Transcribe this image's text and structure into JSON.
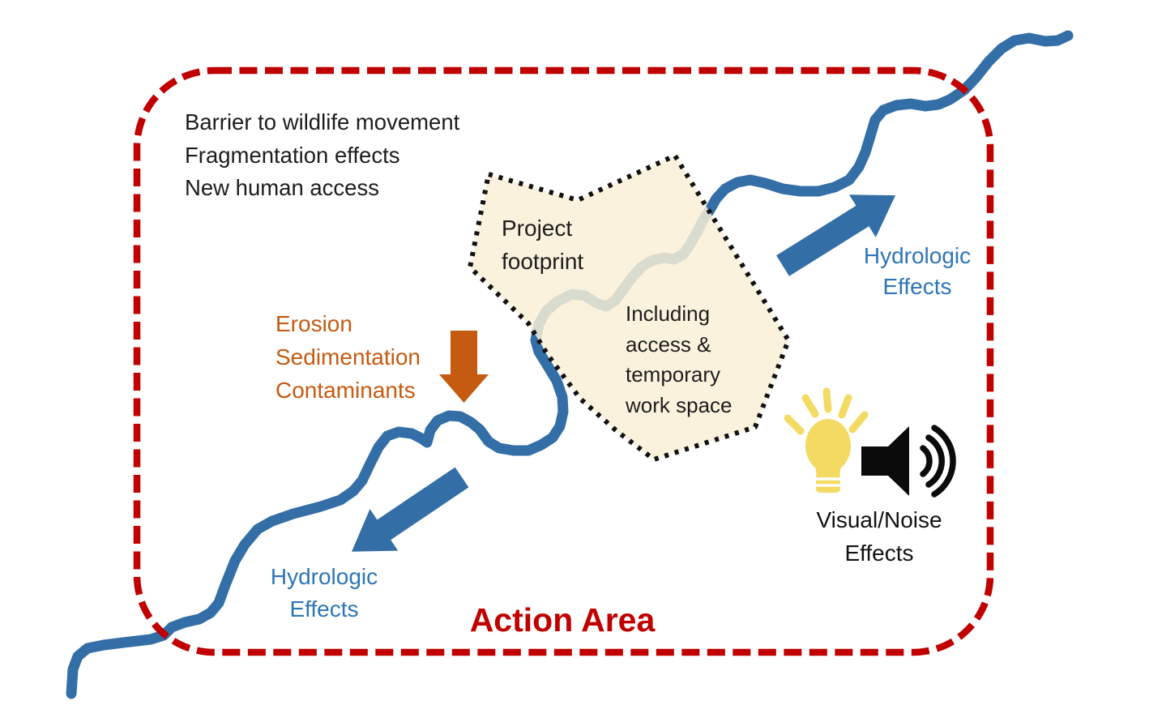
{
  "diagram": {
    "name": "action-area-effects-diagram",
    "title": "Action Area",
    "colors": {
      "action_area_border": "#C00000",
      "action_area_text": "#C00000",
      "river_blue": "#336FA6",
      "arrow_blue": "#336FA6",
      "hydrologic_text_blue": "#2E75B6",
      "erosion_orange": "#C55A11",
      "footprint_fill": "#FBF0D9",
      "footprint_border": "#111111",
      "body_text_black": "#1d1d1d",
      "bulb_yellow": "#F3DA63",
      "speaker_black": "#0B0B0B",
      "background": "#FFFFFF"
    }
  },
  "labels": {
    "wildlife": {
      "line1": "Barrier to wildlife movement",
      "line2": "Fragmentation effects",
      "line3": "New human access"
    },
    "erosion": {
      "line1": "Erosion",
      "line2": "Sedimentation",
      "line3": "Contaminants"
    },
    "footprint_title": {
      "line1": "Project",
      "line2": "footprint"
    },
    "footprint_note": {
      "line1": "Including",
      "line2": "access &",
      "line3": "temporary",
      "line4": "work space"
    },
    "hydrologic_upper": {
      "line1": "Hydrologic",
      "line2": "Effects"
    },
    "hydrologic_lower": {
      "line1": "Hydrologic",
      "line2": "Effects"
    },
    "visual_noise": {
      "line1": "Visual/Noise",
      "line2": "Effects"
    },
    "action_area": "Action Area"
  },
  "icons": {
    "river": "river-path",
    "footprint_polygon": "project-footprint-polygon",
    "action_area_border": "action-area-dashed-border",
    "arrow_down": "arrow-down-icon",
    "arrow_up_right": "arrow-up-right-icon",
    "arrow_down_left": "arrow-down-left-icon",
    "lightbulb": "lightbulb-icon",
    "speaker": "speaker-icon"
  }
}
